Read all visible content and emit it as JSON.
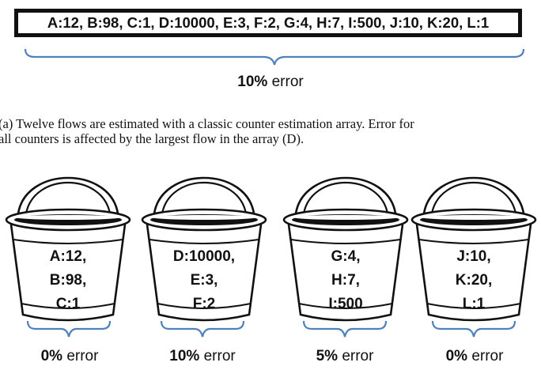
{
  "top_array": {
    "counters": "A:12, B:98, C:1, D:10000, E:3, F:2, G:4, H:7, I:500, J:10, K:20, L:1",
    "error_value": "10%",
    "error_word": "error"
  },
  "caption": {
    "line1": "(a) Twelve flows are estimated with a classic counter estimation array. Error for",
    "line2": "all counters is affected by the largest flow in the array (D)."
  },
  "buckets": [
    {
      "lines": [
        "A:12,",
        "B:98,",
        "C:1"
      ],
      "error_value": "0%",
      "error_word": "error"
    },
    {
      "lines": [
        "D:10000,",
        "E:3,",
        "F:2"
      ],
      "error_value": "10%",
      "error_word": "error"
    },
    {
      "lines": [
        "G:4,",
        "H:7,",
        "I:500"
      ],
      "error_value": "5%",
      "error_word": "error"
    },
    {
      "lines": [
        "J:10,",
        "K:20,",
        "L:1"
      ],
      "error_value": "0%",
      "error_word": "error"
    }
  ],
  "colors": {
    "brace": "#4f81bd",
    "outline": "#111111"
  }
}
